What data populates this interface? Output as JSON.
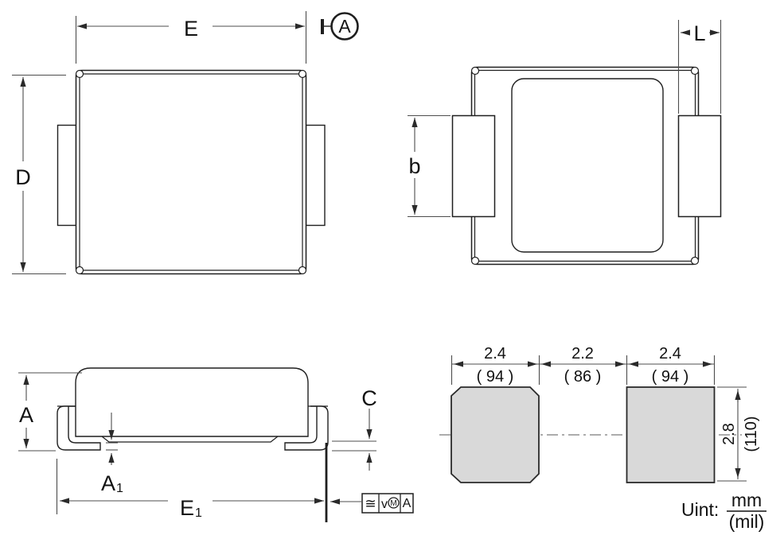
{
  "drawing": {
    "top_view": {
      "dim_width": "E",
      "dim_height": "D",
      "datum": "A"
    },
    "bottom_view": {
      "dim_terminal_width": "b",
      "dim_terminal_length": "L"
    },
    "side_view": {
      "dim_height": "A",
      "dim_standoff": "A",
      "dim_standoff_sub": "1",
      "dim_lead_thickness": "C",
      "dim_span": "E",
      "dim_span_sub": "1",
      "fcf": {
        "symbol": "≅",
        "tolerance": "v",
        "modifier": "M",
        "datum": "A"
      }
    },
    "land_pattern": {
      "h_dims": [
        {
          "mm": "2.4",
          "mil": "( 94 )"
        },
        {
          "mm": "2.2",
          "mil": "( 86 )"
        },
        {
          "mm": "2.4",
          "mil": "( 94 )"
        }
      ],
      "v_dim": {
        "mm": "2.8",
        "mil": "(110)"
      },
      "unit": {
        "label": "Uint:",
        "numerator": "mm",
        "denominator": "(mil)"
      }
    },
    "colors": {
      "line": "#1f1f1f",
      "dim_line": "#4d4d4d",
      "pad_fill": "#d9d9d9"
    }
  }
}
